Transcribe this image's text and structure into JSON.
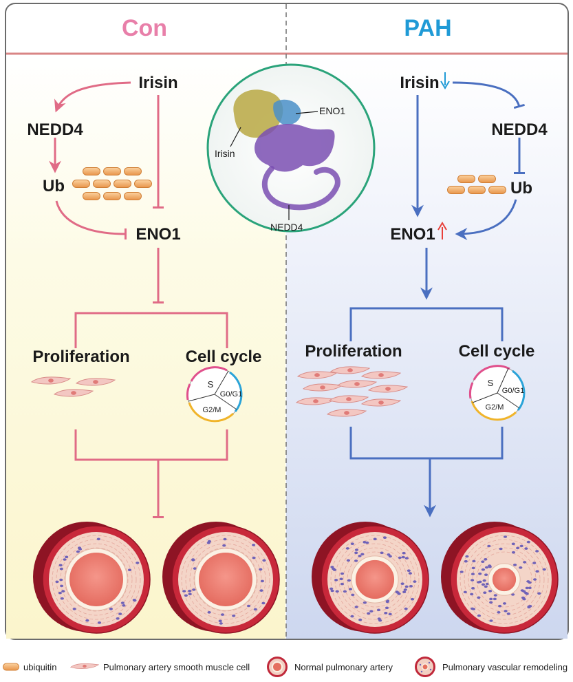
{
  "panels": {
    "left_title": "Con",
    "right_title": "PAH",
    "left_title_color": "#e87fa9",
    "right_title_color": "#1f9ad6"
  },
  "left": {
    "irisin": "Irisin",
    "nedd4": "NEDD4",
    "ub": "Ub",
    "eno1": "ENO1",
    "proliferation": "Proliferation",
    "cell_cycle": "Cell cycle"
  },
  "right": {
    "irisin": "Irisin",
    "nedd4": "NEDD4",
    "ub": "Ub",
    "eno1": "ENO1",
    "proliferation": "Proliferation",
    "cell_cycle": "Cell cycle"
  },
  "cycle": {
    "s": "S",
    "g0g1": "G0/G1",
    "g2m": "G2/M"
  },
  "protein": {
    "eno1": "ENO1",
    "irisin": "Irisin",
    "nedd4": "NEDD4"
  },
  "legend": {
    "ubiquitin": "ubiquitin",
    "smc": "Pulmonary artery smooth muscle cell",
    "normal": "Normal pulmonary artery",
    "remodeling": "Pulmonary vascular remodeling"
  },
  "colors": {
    "con_line": "#e06b86",
    "pah_line": "#4a6fc0",
    "down_arrow": "#1f9ad6",
    "up_arrow": "#e8403a"
  }
}
